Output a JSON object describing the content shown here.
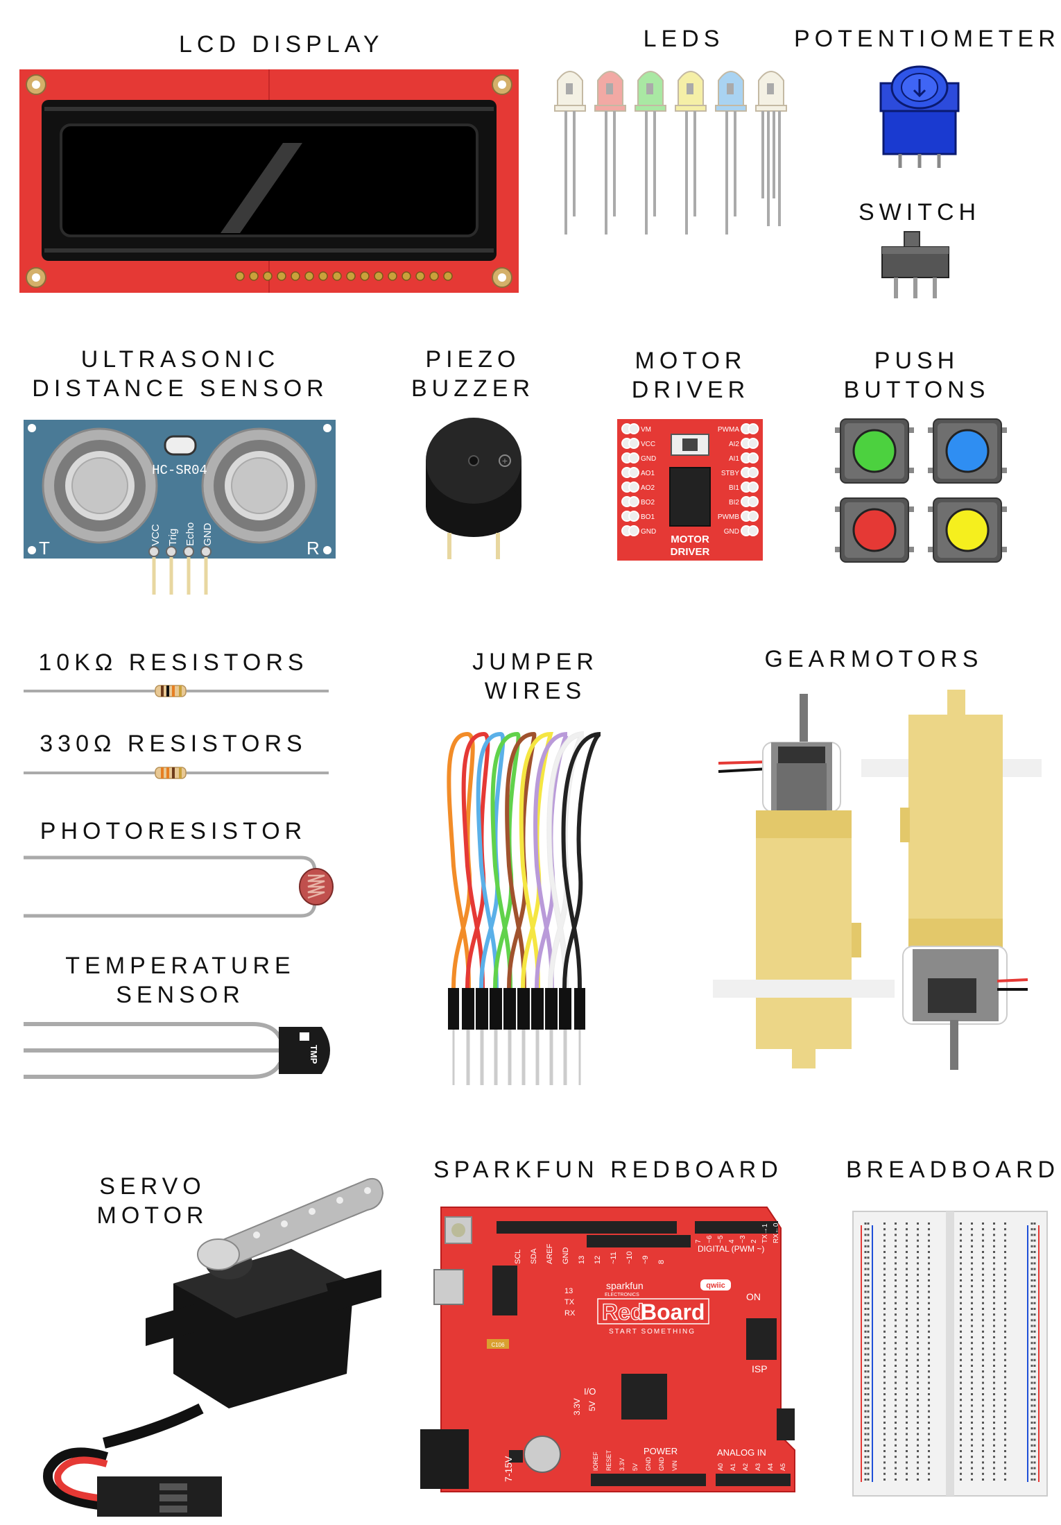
{
  "labels": {
    "lcd": "LCD DISPLAY",
    "leds": "LEDS",
    "pot": "POTENTIOMETER",
    "switch": "SWITCH",
    "ultra1": "ULTRASONIC",
    "ultra2": "DISTANCE SENSOR",
    "piezo1": "PIEZO",
    "piezo2": "BUZZER",
    "motor1": "MOTOR",
    "motor2": "DRIVER",
    "push1": "PUSH",
    "push2": "BUTTONS",
    "r10k": "10KΩ RESISTORS",
    "r330": "330Ω RESISTORS",
    "photo": "PHOTORESISTOR",
    "jumper1": "JUMPER",
    "jumper2": "WIRES",
    "gear": "GEARMOTORS",
    "temp1": "TEMPERATURE",
    "temp2": "SENSOR",
    "servo1": "SERVO",
    "servo2": "MOTOR",
    "redboard": "SPARKFUN REDBOARD",
    "breadboard": "BREADBOARD"
  },
  "ultrasonic": {
    "model": "HC-SR04",
    "pins": [
      "VCC",
      "Trig",
      "Echo",
      "GND"
    ],
    "t": "T",
    "r": "R"
  },
  "motordriver": {
    "left_pins": [
      "VM",
      "VCC",
      "GND",
      "AO1",
      "AO2",
      "BO2",
      "BO1",
      "GND"
    ],
    "right_pins": [
      "PWMA",
      "AI2",
      "AI1",
      "STBY",
      "BI1",
      "BI2",
      "PWMB",
      "GND"
    ],
    "title1": "MOTOR",
    "title2": "DRIVER"
  },
  "tempsensor": {
    "mark": "TMP"
  },
  "redboard": {
    "brand": "sparkfun",
    "brand_sub": "ELECTRONICS",
    "name_red": "Red",
    "name_board": "Board",
    "tagline": "START SOMETHING",
    "qwiic": "qwiic",
    "on": "ON",
    "isp": "ISP",
    "digital": "DIGITAL (PWM ~)",
    "power": "POWER",
    "analog": "ANALOG IN",
    "voltage": "7-15V",
    "io": "I/O",
    "v33": "3.3V",
    "v5": "5V",
    "tx": "TX",
    "rx": "RX",
    "l13": "13",
    "top_pins": [
      "SCL",
      "SDA",
      "AREF",
      "GND",
      "13",
      "12",
      "~11",
      "~10",
      "~9",
      "8"
    ],
    "top_pins2": [
      "7",
      "~6",
      "~5",
      "4",
      "~3",
      "2",
      "TX→1",
      "RX←0"
    ],
    "power_pins": [
      "IOREF",
      "RESET",
      "3.3V",
      "5V",
      "GND",
      "GND",
      "VIN"
    ],
    "analog_pins": [
      "A0",
      "A1",
      "A2",
      "A3",
      "A4",
      "A5"
    ],
    "cap": "C106"
  },
  "colors": {
    "pcb_red": "#e53935",
    "pcb_blue": "#4a7a96",
    "gear_yellow": "#ecd687",
    "wire_colors": [
      "#f28c28",
      "#e53935",
      "#5ab0e8",
      "#61d24b",
      "#a0522d",
      "#f5e642",
      "#b99ad9",
      "#f0f0f0",
      "#222222"
    ],
    "led_colors": [
      "#f4f1e4",
      "#f2a9a4",
      "#a9e8a3",
      "#f5efa7",
      "#a9d3f2",
      "#f4f1e4"
    ],
    "button_colors": [
      "#4cd13f",
      "#2f8ef2",
      "#e53935",
      "#f5ef1e"
    ]
  }
}
